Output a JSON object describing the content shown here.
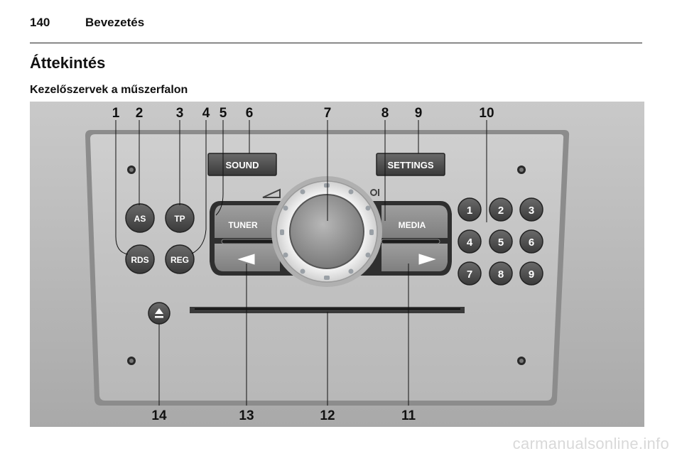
{
  "header": {
    "page_number": "140",
    "section": "Bevezetés"
  },
  "title": "Áttekintés",
  "subtitle": "Kezelőszervek a műszerfalon",
  "radio": {
    "sound_label": "SOUND",
    "settings_label": "SETTINGS",
    "tuner_label": "TUNER",
    "media_label": "MEDIA",
    "as_label": "AS",
    "tp_label": "TP",
    "rds_label": "RDS",
    "reg_label": "REG",
    "presets": [
      "1",
      "2",
      "3",
      "4",
      "5",
      "6",
      "7",
      "8",
      "9"
    ],
    "seek_left_symbol": "◁",
    "seek_right_symbol": "▷",
    "eject_icon": "eject-icon"
  },
  "callouts": {
    "c1": "1",
    "c2": "2",
    "c3": "3",
    "c4": "4",
    "c5": "5",
    "c6": "6",
    "c7": "7",
    "c8": "8",
    "c9": "9",
    "c10": "10",
    "c11": "11",
    "c12": "12",
    "c13": "13",
    "c14": "14"
  },
  "footer": "carmanualsonline.info"
}
